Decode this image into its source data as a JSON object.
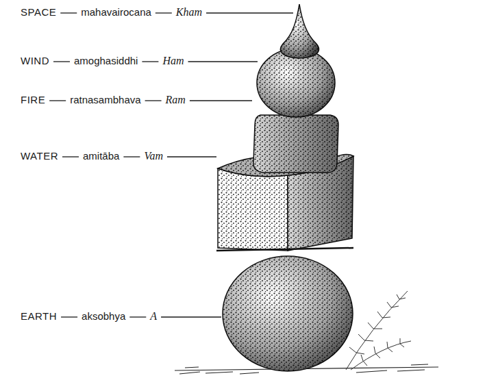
{
  "diagram": {
    "labels": [
      "SPACE",
      "mahavairocana",
      "Kham",
      "WIND",
      "amoghasiddhi",
      "Ham",
      "FIRE",
      "ratnasambhava",
      "Ram",
      "WATER",
      "amitāba",
      "Vam",
      "EARTH",
      "aksobhya",
      "A"
    ]
  }
}
